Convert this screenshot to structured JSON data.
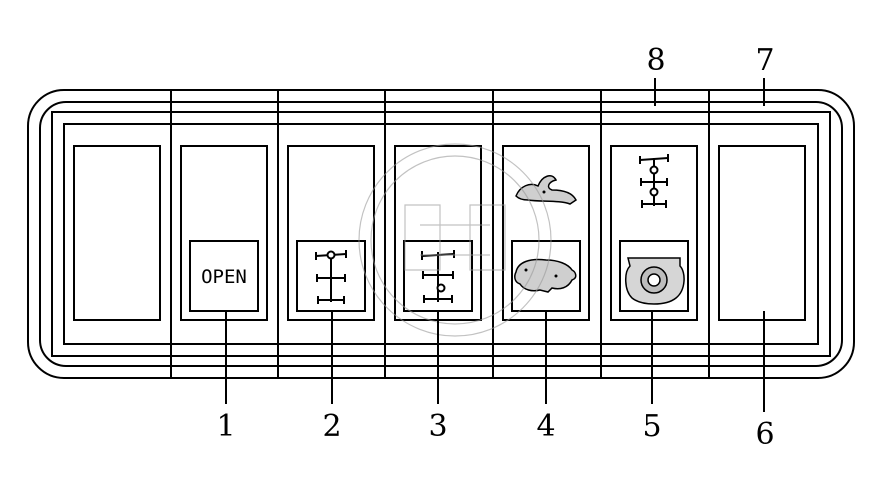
{
  "panel": {
    "callouts": {
      "1": "1",
      "2": "2",
      "3": "3",
      "4": "4",
      "5": "5",
      "6": "6",
      "7": "7",
      "8": "8"
    },
    "switches": [
      {
        "id": "blank-left",
        "legend": "",
        "icon": "none"
      },
      {
        "id": "open",
        "legend": "OPEN",
        "icon": "none"
      },
      {
        "id": "axle-diff-lock-front",
        "legend": "",
        "icon": "axle-lock-icon"
      },
      {
        "id": "axle-diff-lock-rear",
        "legend": "",
        "icon": "axle-lock-icon"
      },
      {
        "id": "range-rabbit-turtle",
        "legend": "",
        "icon": "turtle-rabbit-icon"
      },
      {
        "id": "pto-inter-axle",
        "legend": "",
        "icon": "pto-icon"
      },
      {
        "id": "blank-right",
        "legend": "",
        "icon": "none"
      }
    ]
  },
  "colors": {
    "line": "#000000",
    "background": "#ffffff",
    "icon_fill": "#cfcfcf"
  }
}
